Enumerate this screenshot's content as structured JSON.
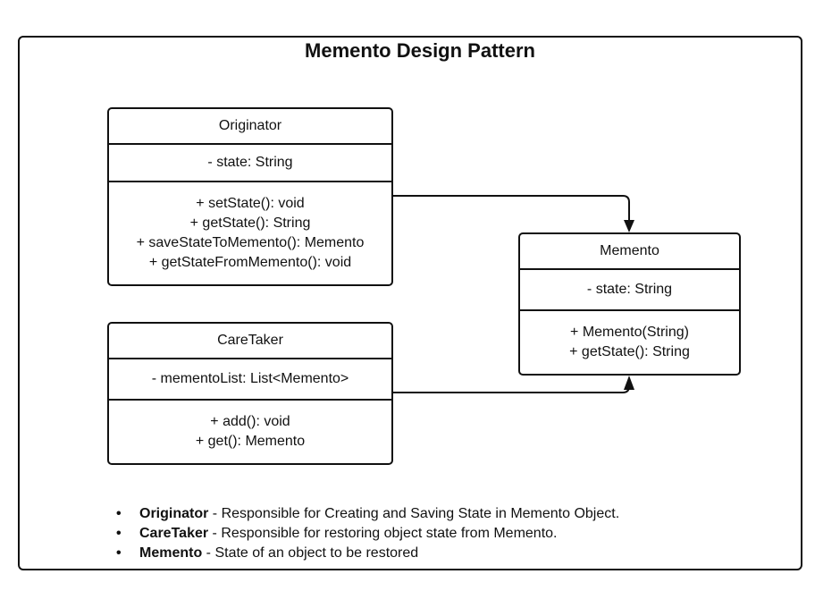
{
  "title": "Memento Design Pattern",
  "classes": {
    "originator": {
      "name": "Originator",
      "attributes": [
        "- state: String"
      ],
      "methods": [
        "+ setState(): void",
        "+ getState(): String",
        "+ saveStateToMemento(): Memento",
        "+ getStateFromMemento(): void"
      ]
    },
    "caretaker": {
      "name": "CareTaker",
      "attributes": [
        "- mementoList: List<Memento>"
      ],
      "methods": [
        "+ add(): void",
        "+ get(): Memento"
      ]
    },
    "memento": {
      "name": "Memento",
      "attributes": [
        "- state: String"
      ],
      "methods": [
        "+ Memento(String)",
        "+ getState(): String"
      ]
    }
  },
  "legend": [
    {
      "term": "Originator",
      "desc": " - Responsible for Creating and Saving State in Memento Object."
    },
    {
      "term": "CareTaker",
      "desc": " - Responsible for restoring object state from Memento."
    },
    {
      "term": "Memento",
      "desc": " - State of an object to be restored"
    }
  ]
}
